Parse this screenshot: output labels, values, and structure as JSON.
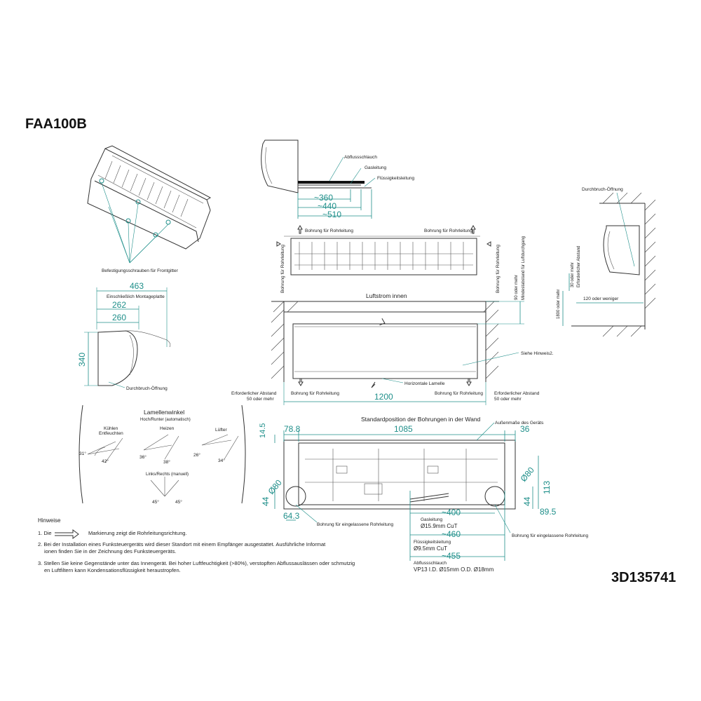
{
  "model": "FAA100B",
  "doc_number": "3D135741",
  "labels": {
    "drain_hose": "Abflussschlauch",
    "gas_pipe": "Gasleitung",
    "liquid_pipe": "Flüssigkeitsleitung",
    "wall_opening": "Durchbruch-Öffnung",
    "screws": "Befestigungsschrauben für Frontgitter",
    "mount_plate": "Einschließlich Montageplatte",
    "drill_pipe": "Bohrung für Rohrleitung",
    "airflow_inside": "Luftstrom innen",
    "see_note2": "Siehe Hinweis2.",
    "horizontal_louvre": "Horizontale Lamelle",
    "required_distance": "Erforderlicher Abstand",
    "fifty_or_more": "50 oder mehr",
    "ninety_or_more": "90 oder mehr",
    "min_distance_air_intake": "Mindestabstand für Luftdurchgang",
    "thirty_or_more": "30 oder mehr",
    "required_distance_vert": "Erforderlicher Abstand",
    "less_120": "120  oder weniger",
    "more_1800": "1800 oder mehr",
    "standard_position": "Standardposition der Bohrungen in der Wand",
    "outer_dims": "Außenmaße des Geräts",
    "drill_recessed": "Bohrung für eingelassene Rohrleitung",
    "louvre_angle": "Lamellenwinkel",
    "up_down": "Hoch/Runter (automatisch)",
    "cooling": "Kühlen",
    "dehumid": "Entfeuchten",
    "heating": "Heizen",
    "fan": "Lüfter",
    "left_right": "Links/Rechts (manuell)",
    "gas_spec": "Ø15.9mm CuT",
    "liquid_spec": "Ø9.5mm CuT",
    "drain_spec": "VP13 I.D. Ø15mm O.D. Ø18mm"
  },
  "dims": {
    "d360": "~360",
    "d440": "~440",
    "d510": "~510",
    "d463": "463",
    "d262": "262",
    "d260": "260",
    "d340": "340",
    "d1200": "1200",
    "d1085": "1085",
    "d78_8": "78.8",
    "d36": "36",
    "d14_5": "14.5",
    "d80a": "Ø80",
    "d80b": "Ø80",
    "d44a": "44",
    "d44b": "44",
    "d64_3": "64.3",
    "d400": "~400",
    "d460": "~460",
    "d455": "~455",
    "d113": "113",
    "d89_5": "89.5"
  },
  "angles": {
    "a31": "31°",
    "a42": "42°",
    "a36": "36°",
    "a38": "38°",
    "a26": "26°",
    "a34": "34°",
    "a45a": "45°",
    "a45b": "45°"
  },
  "notes": {
    "heading": "Hinweise",
    "n1a": "1. Die",
    "n1b": "Markierung zeigt die Rohrleitungsrichtung.",
    "n2a": "2. Bei der Installation eines Funksteuergeräts wird dieser Standort mit einem Empfänger ausgestattet. Ausführliche Informat",
    "n2b": "ionen finden Sie in der Zeichnung des Funksteuergeräts.",
    "n3a": "3. Stellen Sie keine Gegenstände unter das Innengerät. Bei hoher Luftfeuchtigkeit (>80%), verstopften Abflussauslässen oder schmutzig",
    "n3b": "en Luftfiltern kann Kondensationsflüssigkeit heraustropfen."
  }
}
